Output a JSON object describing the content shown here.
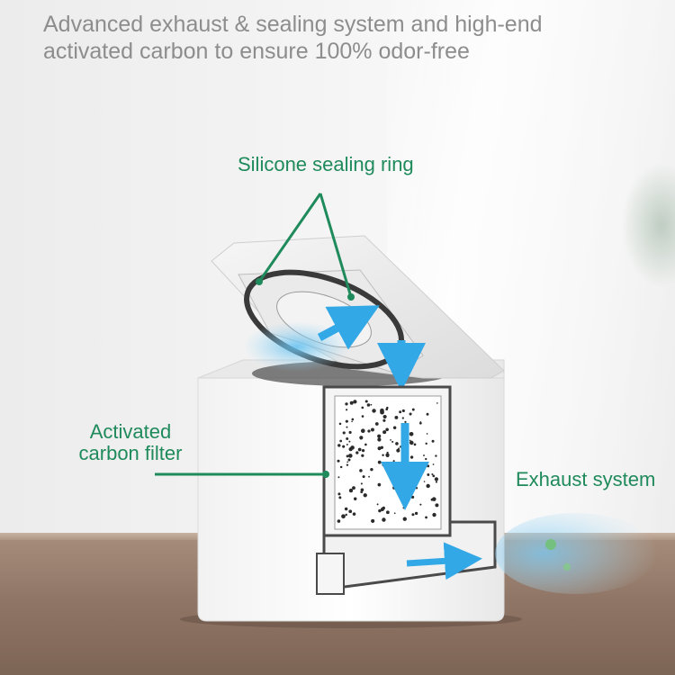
{
  "headline": {
    "line1": "Advanced exhaust & sealing system and high-end",
    "line2": "activated carbon to ensure 100% odor-free"
  },
  "callouts": {
    "seal": "Silicone sealing ring",
    "carbon_line1": "Activated",
    "carbon_line2": "carbon filter",
    "exhaust": "Exhaust system"
  },
  "colors": {
    "accent_green": "#1f8a5b",
    "headline_gray": "#8d8d8d",
    "airflow_blue": "#33a8e6"
  }
}
